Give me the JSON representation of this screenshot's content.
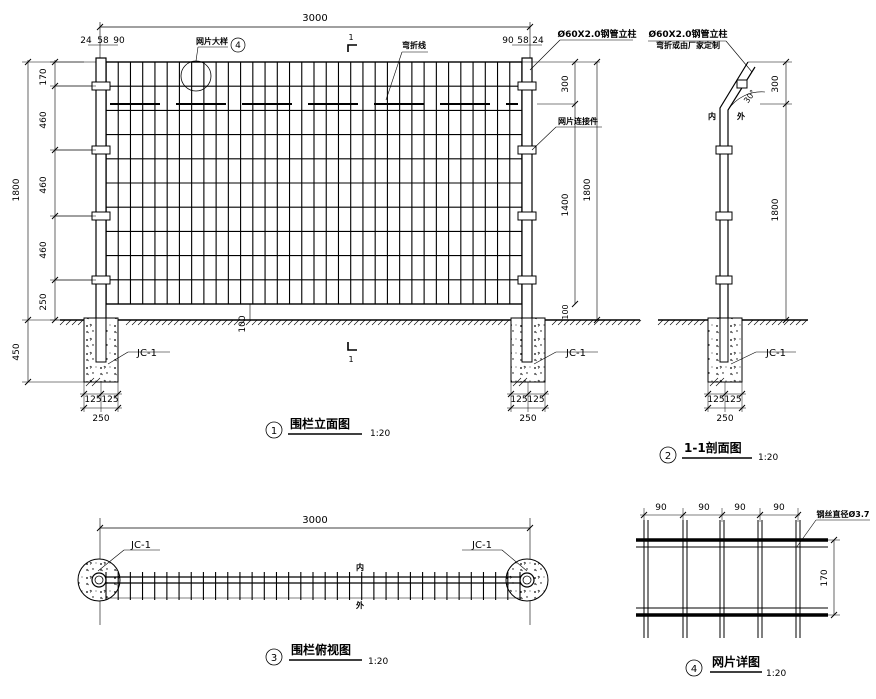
{
  "elevation": {
    "overall_width": "3000",
    "top_widths": [
      "24",
      "58",
      "90",
      "90",
      "58",
      "24"
    ],
    "left_dims": [
      "170",
      "460",
      "460",
      "460",
      "250"
    ],
    "total_height": "1800",
    "footing_depth": "450",
    "post_spec": "Ø60X2.0钢管立柱",
    "panel_enlarge": "网片大样",
    "panel_enlarge_ref": "4",
    "bend_line": "弯折线",
    "panel_connector": "网片连接件",
    "right_dims": [
      "300",
      "1400",
      "1800"
    ],
    "bottom_gap": "100",
    "bottom_gap_right": "100",
    "section_mark": "1",
    "footing_label": "JC-1",
    "footing_dims": [
      "125",
      "125",
      "250"
    ],
    "title_num": "1",
    "title": "围栏立面图",
    "scale": "1:20"
  },
  "section": {
    "post_spec": "Ø60X2.0钢管立柱",
    "bend_note": "弯折或由厂家定制",
    "angle": "30°",
    "dim_top": "300",
    "dim_total": "1800",
    "inside": "内",
    "outside": "外",
    "footing_label": "JC-1",
    "footing_dims": [
      "125",
      "125",
      "250"
    ],
    "title_num": "2",
    "title": "1-1剖面图",
    "scale": "1:20"
  },
  "plan": {
    "overall_width": "3000",
    "footing_label_left": "JC-1",
    "footing_label_right": "JC-1",
    "inside": "内",
    "outside": "外",
    "title_num": "3",
    "title": "围栏俯视图",
    "scale": "1:20"
  },
  "detail": {
    "spacings": [
      "90",
      "90",
      "90",
      "90"
    ],
    "wire_note": "钢丝直径Ø3.7",
    "height_dim": "170",
    "title_num": "4",
    "title": "网片详图",
    "scale": "1:20"
  },
  "colors": {
    "line": "#000000",
    "background": "#ffffff"
  }
}
